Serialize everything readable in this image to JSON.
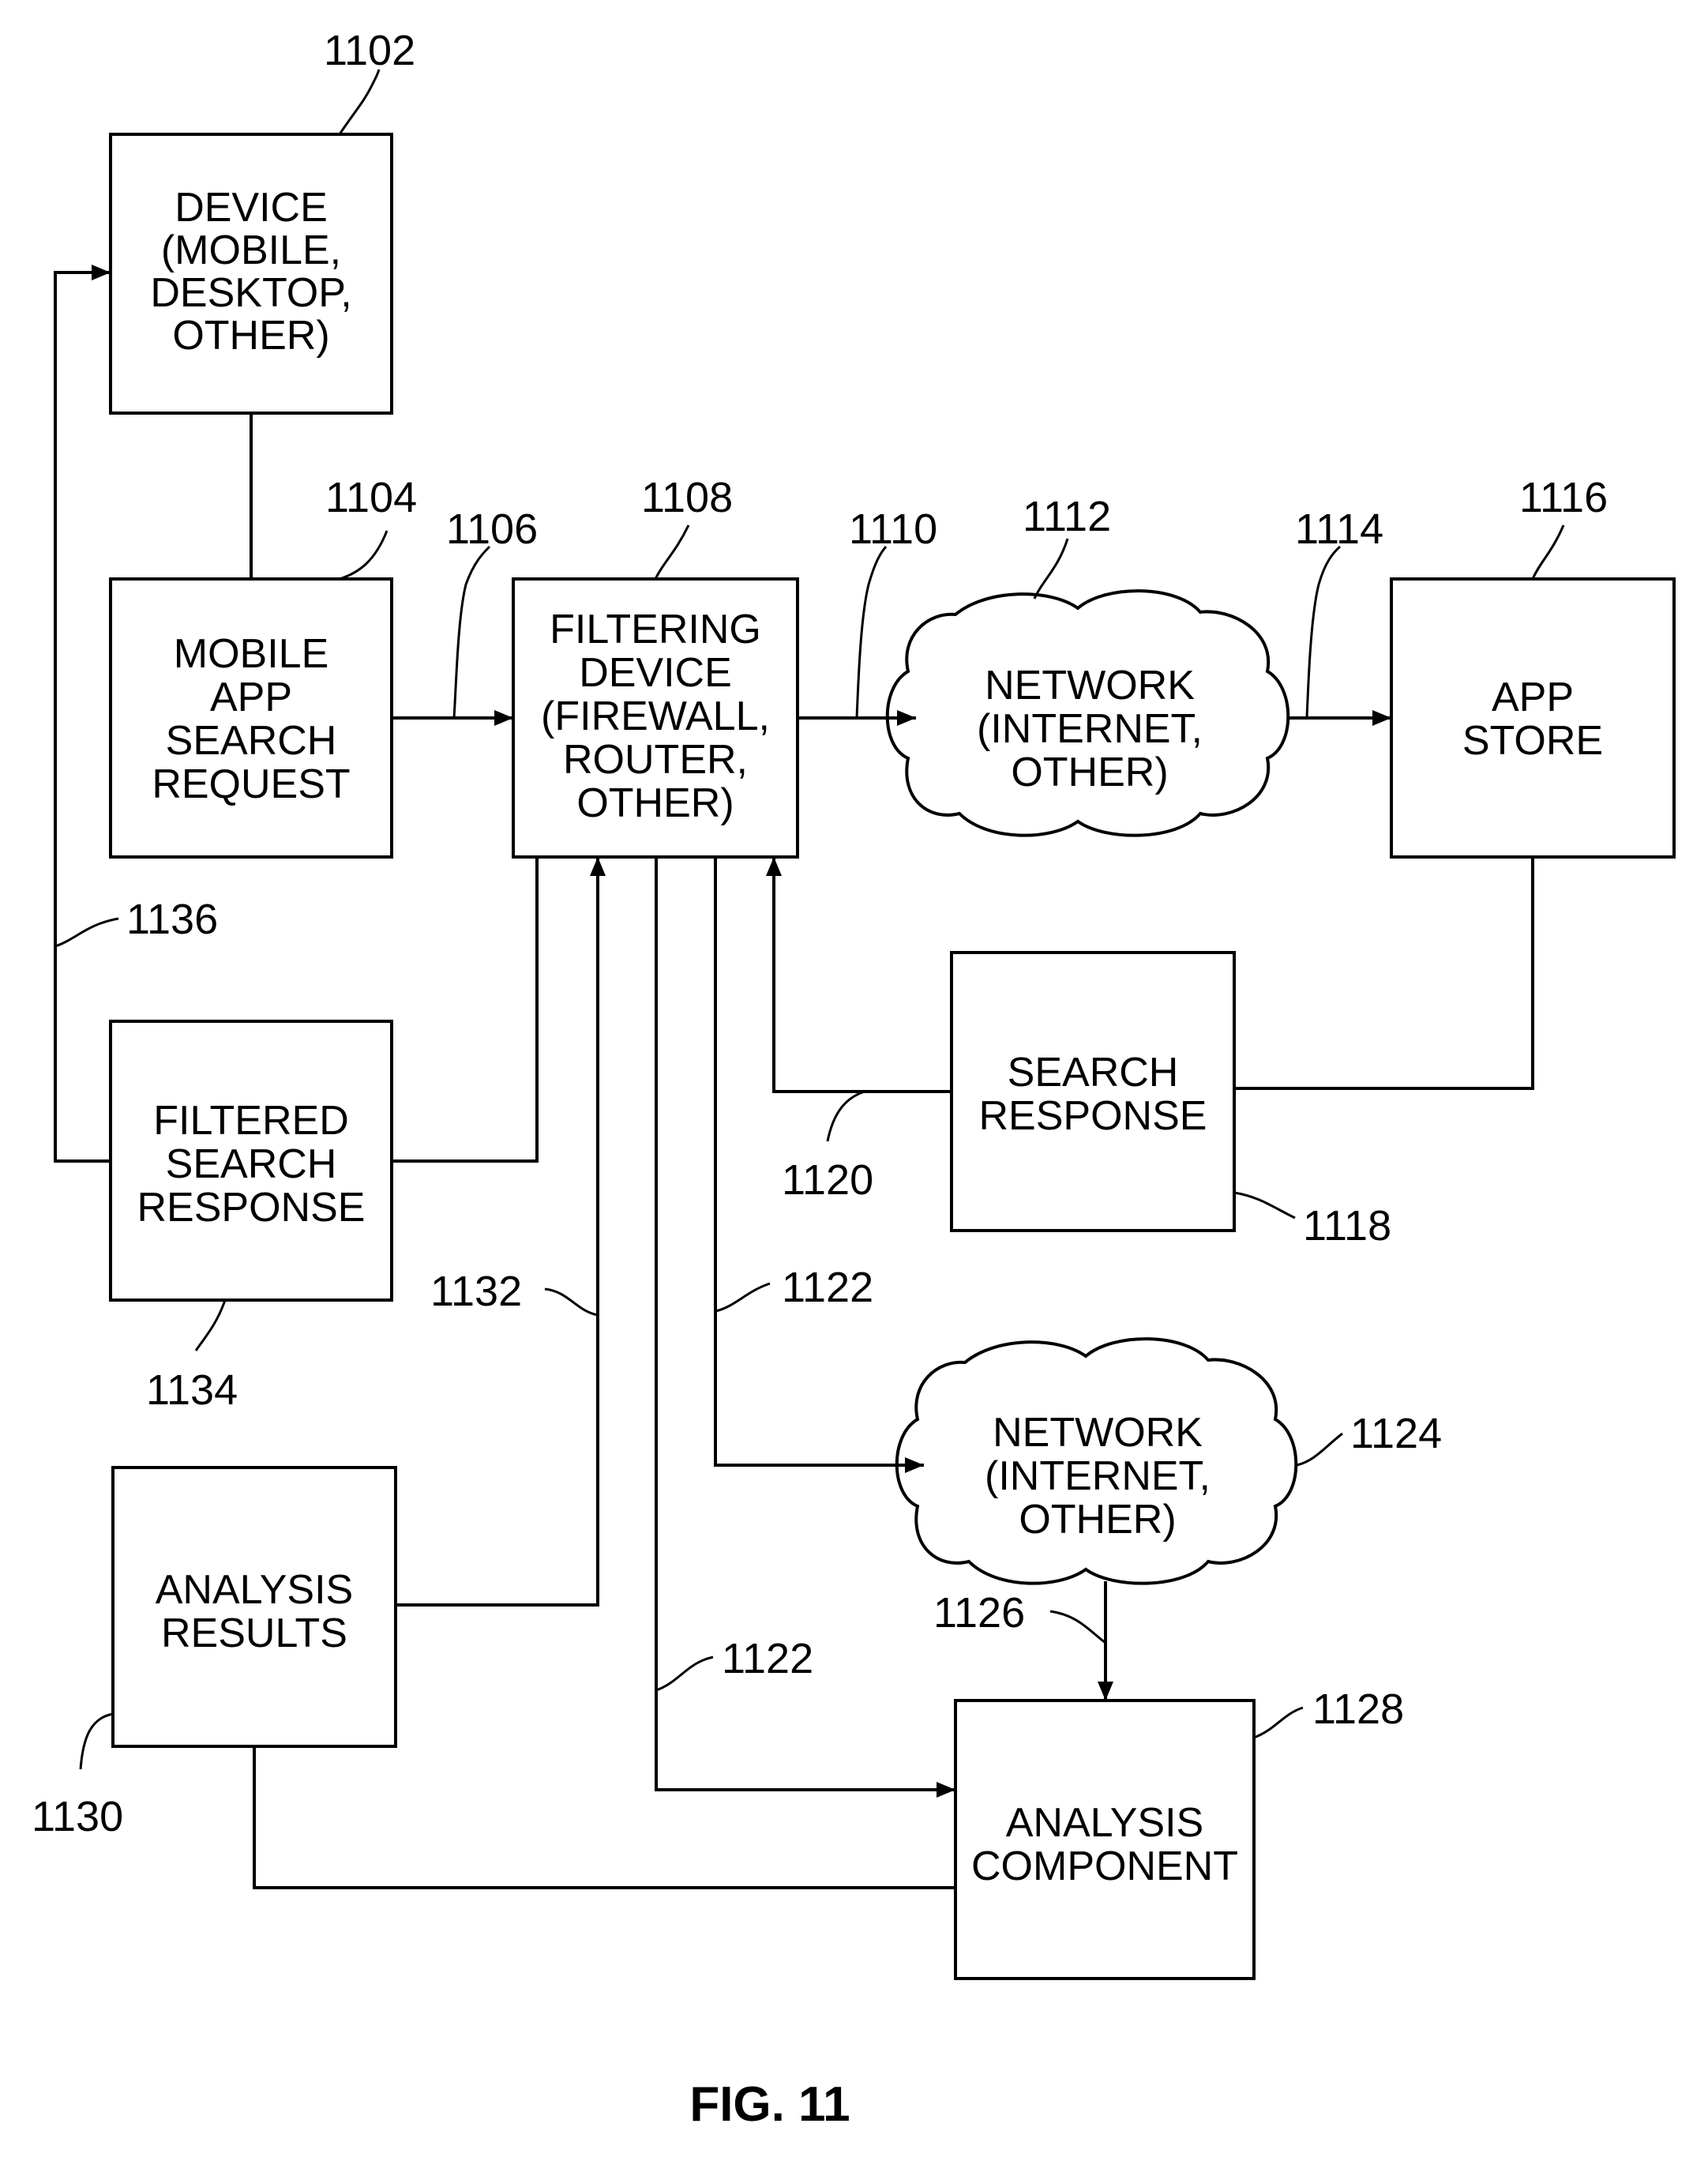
{
  "blocks": {
    "device": {
      "ref": "1102",
      "lines": [
        "DEVICE",
        "(MOBILE,",
        "DESKTOP,",
        "OTHER)"
      ]
    },
    "search_request": {
      "ref": "1104",
      "lines": [
        "MOBILE",
        "APP",
        "SEARCH",
        "REQUEST"
      ]
    },
    "filtering_device": {
      "ref": "1108",
      "lines": [
        "FILTERING",
        "DEVICE",
        "(FIREWALL,",
        "ROUTER,",
        "OTHER)"
      ]
    },
    "network_top": {
      "ref": "1112",
      "lines": [
        "NETWORK",
        "(INTERNET,",
        "OTHER)"
      ]
    },
    "app_store": {
      "ref": "1116",
      "lines": [
        "APP",
        "STORE"
      ]
    },
    "search_response": {
      "ref": "1118",
      "lines": [
        "SEARCH",
        "RESPONSE"
      ]
    },
    "filtered_response": {
      "ref": "1134",
      "lines": [
        "FILTERED",
        "SEARCH",
        "RESPONSE"
      ]
    },
    "network_bottom": {
      "ref": "1124",
      "lines": [
        "NETWORK",
        "(INTERNET,",
        "OTHER)"
      ]
    },
    "analysis_results": {
      "ref": "1130",
      "lines": [
        "ANALYSIS",
        "RESULTS"
      ]
    },
    "analysis_component": {
      "ref": "1128",
      "lines": [
        "ANALYSIS",
        "COMPONENT"
      ]
    }
  },
  "connectors": {
    "c1106": "1106",
    "c1110": "1110",
    "c1114": "1114",
    "c1120": "1120",
    "c1122a": "1122",
    "c1122b": "1122",
    "c1126": "1126",
    "c1132": "1132",
    "c1136": "1136"
  },
  "figure_label": "FIG. 11"
}
